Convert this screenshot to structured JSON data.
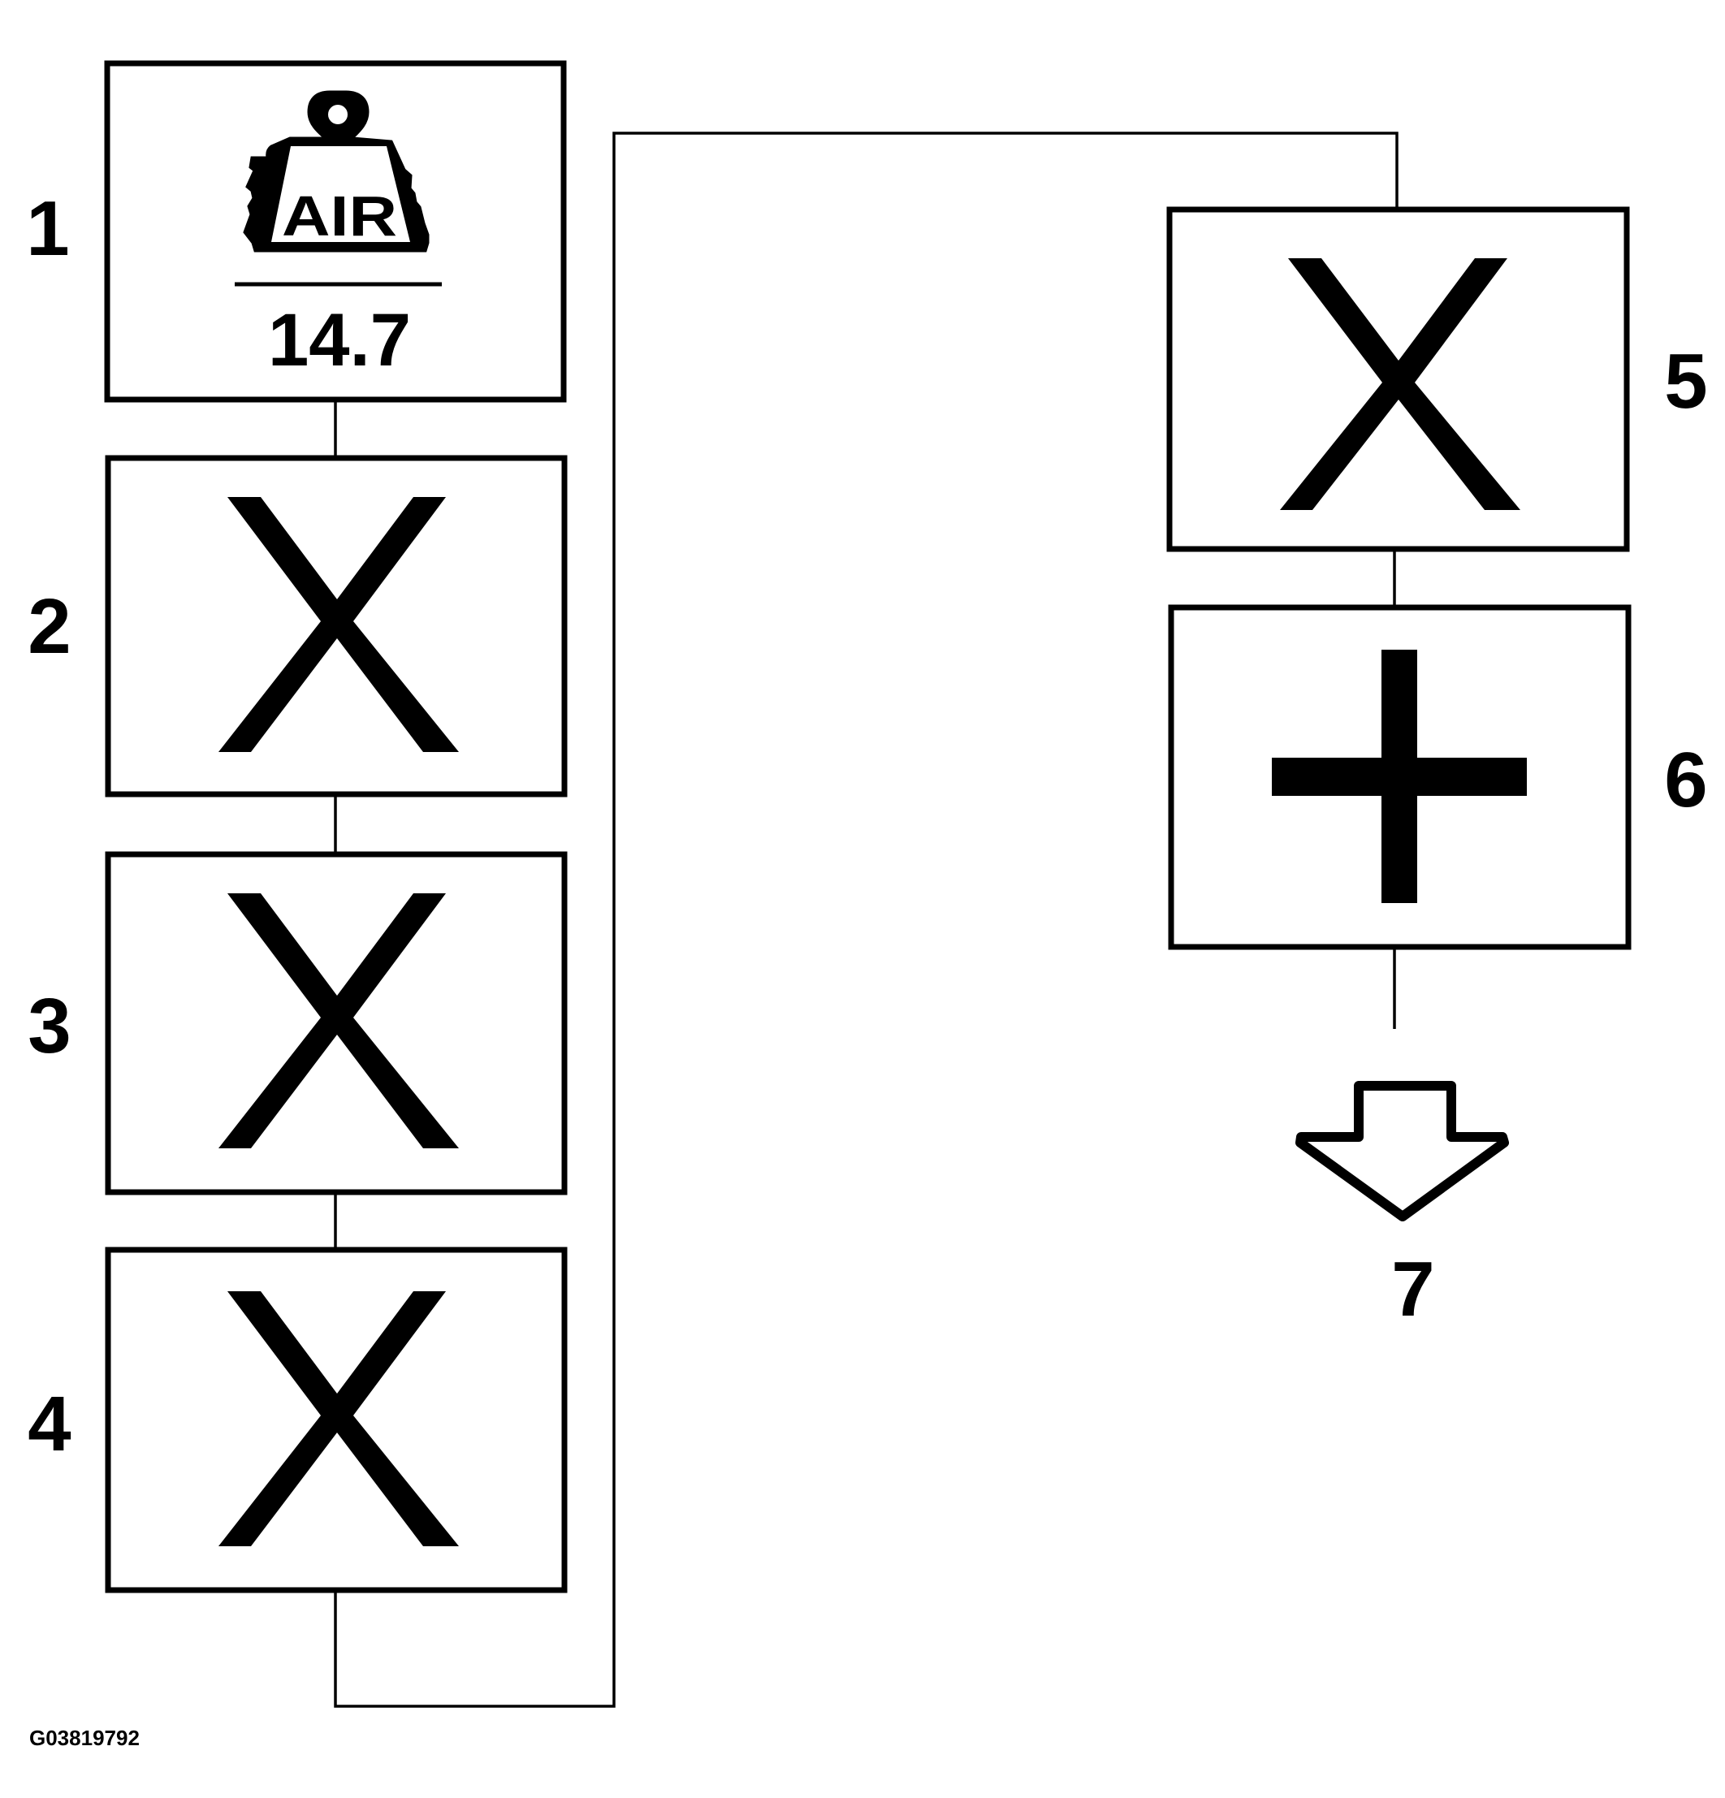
{
  "steps": [
    {
      "number": "1",
      "symbol": "weight-icon",
      "label": "AIR",
      "value": "14.7"
    },
    {
      "number": "2",
      "symbol": "multiply-icon"
    },
    {
      "number": "3",
      "symbol": "multiply-icon"
    },
    {
      "number": "4",
      "symbol": "multiply-icon"
    },
    {
      "number": "5",
      "symbol": "multiply-icon"
    },
    {
      "number": "6",
      "symbol": "plus-icon"
    },
    {
      "number": "7",
      "symbol": "down-arrow-icon"
    }
  ],
  "figure_code": "G03819792",
  "colors": {
    "line": "#000000",
    "background": "#ffffff"
  }
}
